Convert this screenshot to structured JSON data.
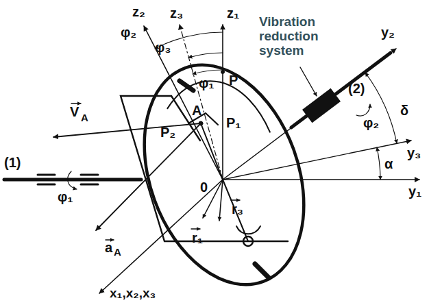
{
  "diagram": {
    "labels": [
      "φ₂",
      "z₂",
      "z₃",
      "z₁",
      "φ₃",
      "φ₁",
      "Vibration reduction system",
      "P",
      "A",
      "P₁",
      "P₂",
      "(2)",
      "y₂",
      "φ₂",
      "δ",
      "y₃",
      "α",
      "y₁",
      "(1)",
      "φ₁",
      "V",
      "A",
      "0",
      "r₃",
      "r₁",
      "a",
      "A",
      "x₁,x₂,x₃"
    ]
  }
}
